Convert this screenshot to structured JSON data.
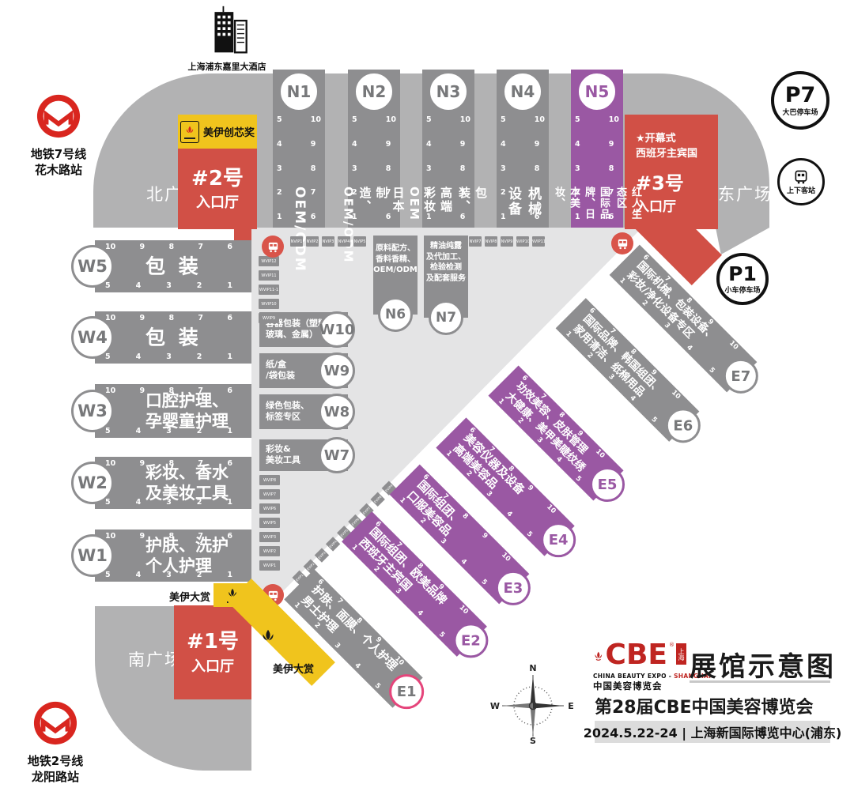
{
  "colors": {
    "hall_gray": "#8e8e90",
    "hall_purple": "#9a58a3",
    "entrance_red": "#d15046",
    "metro_red": "#d9261f",
    "bus_red": "#d9544a",
    "accent_yellow": "#f0c41d",
    "concourse_gray": "#e4e4e5",
    "plaza_gray": "#b2b2b3",
    "e1_ring_pink": "#e5457b",
    "cbe_red": "#bf2521",
    "date_bar_bg": "#dcdcdc"
  },
  "landmarks": {
    "hotel_label": "上海浦东嘉里大酒店",
    "metro7": [
      "地铁7号线",
      "花木路站"
    ],
    "metro2": [
      "地铁2号线",
      "龙阳路站"
    ],
    "p7": {
      "code": "P7",
      "label": "大巴停车场"
    },
    "p1": {
      "code": "P1",
      "label": "小车停车场"
    },
    "bus_stop_label": "上下客站",
    "compass": {
      "n": "N",
      "e": "E",
      "s": "S",
      "w": "W"
    }
  },
  "plazas": {
    "north": "北广场",
    "south": "南广场",
    "east": "东广场"
  },
  "entrances": {
    "no2": {
      "name": "#2号",
      "sub": "入口厅"
    },
    "no3": {
      "name": "#3号",
      "sub": "入口厅",
      "note": [
        "★开幕式",
        "西班牙主宾国"
      ]
    },
    "no1": {
      "name": "#1号",
      "sub": "入口厅"
    }
  },
  "awards": {
    "chuangxin": "美伊创芯奖",
    "dashang_left": "美伊大赏",
    "dashang_bottom": "美伊大赏"
  },
  "numbers": {
    "n_left": [
      "5",
      "4",
      "3",
      "2",
      "1"
    ],
    "n_right": [
      "10",
      "9",
      "8",
      "7",
      "6"
    ],
    "w_top": [
      "10",
      "9",
      "8",
      "7",
      "6"
    ],
    "w_bottom": [
      "5",
      "4",
      "3",
      "2",
      "1"
    ],
    "e_top": [
      "6",
      "7",
      "8",
      "9",
      "10"
    ],
    "e_bottom": [
      "1",
      "2",
      "3",
      "4",
      "5"
    ]
  },
  "n_halls": [
    {
      "code": "N1",
      "lines": [
        "OEM/ODM"
      ]
    },
    {
      "code": "N2",
      "lines": [
        "日本制造、",
        "OEM/ODM"
      ]
    },
    {
      "code": "N3",
      "lines": [
        "包装、",
        "高端彩妆OEM"
      ]
    },
    {
      "code": "N4",
      "lines": [
        "机械设备"
      ]
    },
    {
      "code": "N5",
      "lines": [
        "红人生态区",
        "国际品牌、日本美妆、"
      ]
    }
  ],
  "w_halls": [
    {
      "code": "W5",
      "lines": [
        "包 装"
      ]
    },
    {
      "code": "W4",
      "lines": [
        "包 装"
      ]
    },
    {
      "code": "W3",
      "lines": [
        "口腔护理、",
        "孕婴童护理"
      ]
    },
    {
      "code": "W2",
      "lines": [
        "彩妆、香水",
        "及美妆工具"
      ]
    },
    {
      "code": "W1",
      "lines": [
        "护肤、洗护",
        "个人护理"
      ]
    }
  ],
  "w_boxes": [
    {
      "code": "W10",
      "lines": [
        "容器包装（塑料、",
        "玻璃、金属）"
      ]
    },
    {
      "code": "W9",
      "lines": [
        "纸/盒",
        "/袋包装"
      ]
    },
    {
      "code": "W8",
      "lines": [
        "绿色包装、",
        "标签专区"
      ]
    },
    {
      "code": "W7",
      "lines": [
        "彩妆&",
        "美妆工具"
      ]
    }
  ],
  "n_boxes": [
    {
      "code": "N6",
      "lines": [
        "原料配方、",
        "香料香精、",
        "OEM/ODM"
      ]
    },
    {
      "code": "N7",
      "lines": [
        "精油纯露",
        "及代加工、",
        "检验检测",
        "及配套服务"
      ]
    }
  ],
  "e_halls": [
    {
      "code": "E1",
      "lines": [
        "护肤、面膜、个人护理",
        "男士护理"
      ]
    },
    {
      "code": "E2",
      "lines": [
        "国际组团、欧美品牌",
        "西班牙主宾国"
      ]
    },
    {
      "code": "E3",
      "lines": [
        "国际组团、",
        "口服美容品"
      ]
    },
    {
      "code": "E4",
      "lines": [
        "美容仪器及设备",
        "高端美容品"
      ]
    },
    {
      "code": "E5",
      "lines": [
        "功效美容、皮肤管理",
        "大健康、美甲美睫纹绣"
      ]
    },
    {
      "code": "E6",
      "lines": [
        "国际品牌、韩国组团、",
        "家用清洁、纸棉用品"
      ]
    },
    {
      "code": "E7",
      "lines": [
        "国际机械、包装设备、",
        "彩妆/净化设备专区"
      ]
    }
  ],
  "vip": {
    "wvip_top": [
      "WVIP12",
      "WVIP11",
      "WVIP11-1",
      "WVIP10",
      "WVIP9"
    ],
    "wvip_side": [
      "WVIP8",
      "WVIP7",
      "WVIP6",
      "WVIP5",
      "WVIP3",
      "WVIP2",
      "WVIP1"
    ],
    "nvip_left": [
      "NVIP1",
      "NVIP2",
      "NVIP3",
      "NVIP4",
      "NVIP5"
    ],
    "nvip_right": [
      "NVIP7",
      "NVIP8",
      "NVIP9",
      "NVIP10",
      "NVIP11"
    ],
    "evip": [
      "EVIP1",
      "EVIP2",
      "EVIP3",
      "EVIP4",
      "EVIP5",
      "EVIP6",
      "EVIP7",
      "EVIP8",
      "EVIP9"
    ]
  },
  "cbe": {
    "wordmark": "CBE",
    "reg": "®",
    "badge": "上海",
    "sub_en": "CHINA BEAUTY EXPO -",
    "sub_en_accent": "SHANGHAI",
    "sub_cn": "中国美容博览会"
  },
  "title_block": {
    "title": "展馆示意图",
    "subtitle": "第28届CBE中国美容博览会",
    "date_venue": "2024.5.22-24 | 上海新国际博览中心(浦东)"
  }
}
